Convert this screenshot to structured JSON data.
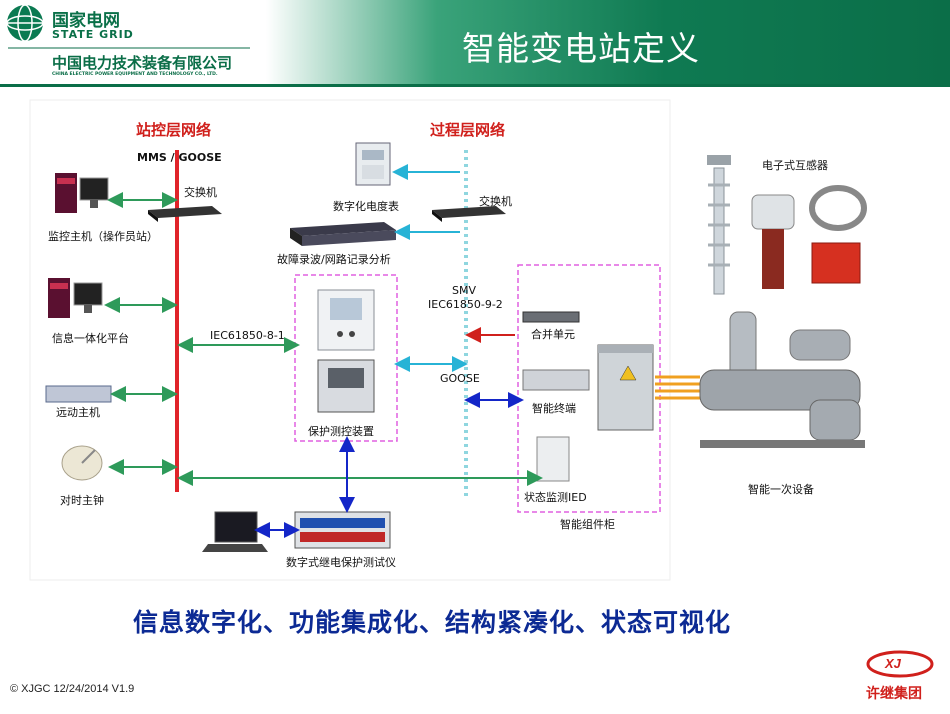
{
  "header": {
    "logo_cn": "国家电网",
    "logo_en": "STATE GRID",
    "company_cn": "中国电力技术装备有限公司",
    "company_en": "CHINA ELECTRIC POWER EQUIPMENT AND TECHNOLOGY CO., LTD.",
    "title": "智能变电站定义"
  },
  "diagram": {
    "station_network": "站控层网络",
    "process_network": "过程层网络",
    "mms_goose": "MMS / GOOSE",
    "switch_left": "交换机",
    "switch_right": "交换机",
    "monitor_host": "监控主机（操作员站）",
    "info_platform": "信息一体化平台",
    "remote_host": "远动主机",
    "time_clock": "对时主钟",
    "iec_8_1": "IEC61850-8-1",
    "digital_meter": "数字化电度表",
    "fault_recorder": "故障录波/网路记录分析",
    "protection_device": "保护测控装置",
    "smv": "SMV",
    "iec_9_2": "IEC61850-9-2",
    "goose": "GOOSE",
    "merging_unit": "合并单元",
    "smart_terminal": "智能终端",
    "status_ied": "状态监测IED",
    "smart_cabinet": "智能组件柜",
    "electronic_transformer": "电子式互感器",
    "primary_equipment": "智能一次设备",
    "relay_tester": "数字式继电保护测试仪"
  },
  "slogan": "信息数字化、功能集成化、结构紧凑化、状态可视化",
  "footer": {
    "copyright": "© XJGC  12/24/2014  V1.9",
    "group_name": "许继集团",
    "group_logo": "XJ"
  },
  "colors": {
    "brand_green": "#0b6e48",
    "station_bus": "#e0242a",
    "process_bus": "#8fd6df",
    "green_arrow": "#2e9a5a",
    "cyan_arrow": "#27b3d6",
    "blue_arrow": "#1426c8",
    "dashed_box": "#e060e0",
    "slogan": "#0c2a94"
  }
}
